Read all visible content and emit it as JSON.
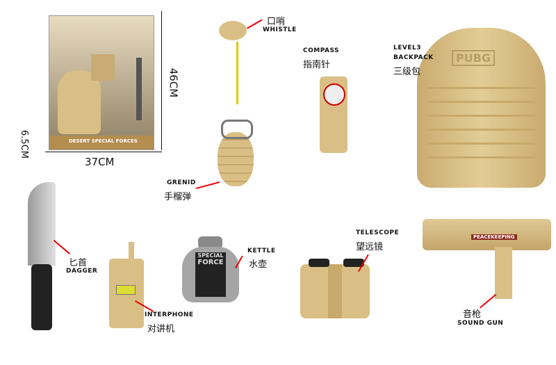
{
  "package": {
    "title": "DESERT SPECIAL FORCES",
    "width_label": "37CM",
    "height_label": "46CM",
    "depth_label": "6.5CM"
  },
  "backpack": {
    "label_en_1": "LEVEL3",
    "label_en_2": "BACKPACK",
    "label_zh": "三级包",
    "logo": "PUBG"
  },
  "whistle": {
    "label_zh": "口哨",
    "label_en": "WHISTLE"
  },
  "compass": {
    "label_en": "COMPASS",
    "label_zh": "指南针"
  },
  "grenade": {
    "label_en": "GRENID",
    "label_zh": "手榴弹"
  },
  "dagger": {
    "label_zh": "匕首",
    "label_en": "DAGGER"
  },
  "kettle": {
    "label_en": "KETTLE",
    "label_zh": "水壶",
    "print_1": "SPECIAL",
    "print_2": "FORCE"
  },
  "interphone": {
    "label_en": "INTERPHONE",
    "label_zh": "对讲机"
  },
  "telescope": {
    "label_en": "TELESCOPE",
    "label_zh": "望远镜"
  },
  "gun": {
    "label_zh": "音枪",
    "label_en": "SOUND GUN",
    "print": "PEACEKEEPING"
  }
}
